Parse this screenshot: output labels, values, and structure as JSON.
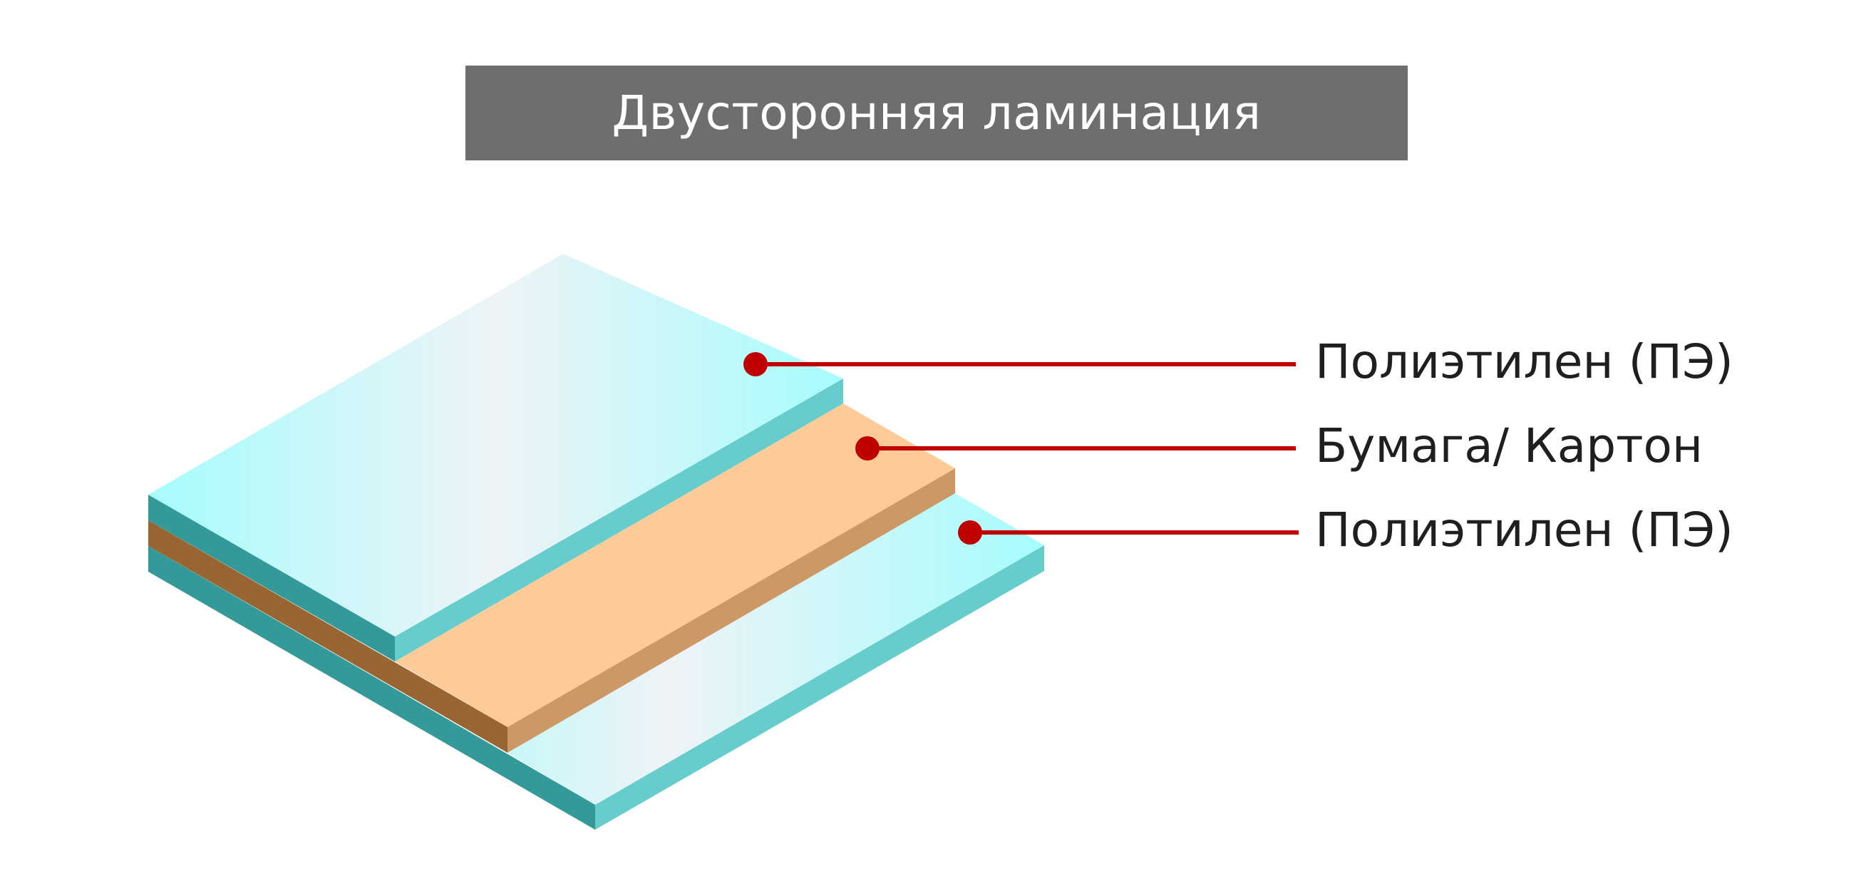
{
  "title": "Двусторонняя ламинация",
  "layers": [
    {
      "label": "Полиэтилен (ПЭ)"
    },
    {
      "label": "Бумага/ Картон"
    },
    {
      "label": "Полиэтилен (ПЭ)"
    }
  ],
  "colors": {
    "title_bg": "#6e6e6e",
    "title_text": "#ffffff",
    "film_top": "#a6fcfc",
    "film_mid": "#eef3f7",
    "film_side_light": "#67cccc",
    "film_side_dark": "#339999",
    "paper_top": "#fccb98",
    "paper_side_light": "#cc9966",
    "paper_side_dark": "#996633",
    "callout": "#c00000",
    "label_text": "#1f1f1f"
  }
}
